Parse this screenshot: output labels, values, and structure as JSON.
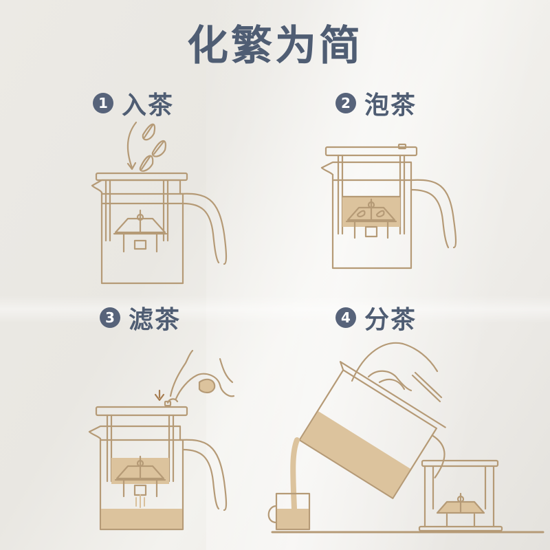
{
  "title": "化繁为简",
  "steps": [
    {
      "number": "1",
      "label": "入茶"
    },
    {
      "number": "2",
      "label": "泡茶"
    },
    {
      "number": "3",
      "label": "滤茶"
    },
    {
      "number": "4",
      "label": "分茶"
    }
  ],
  "colors": {
    "title": "#4f5d73",
    "badge": "#57637a",
    "line": "#b59a76",
    "tea": "#d9c09a",
    "background": "#eceae5"
  }
}
